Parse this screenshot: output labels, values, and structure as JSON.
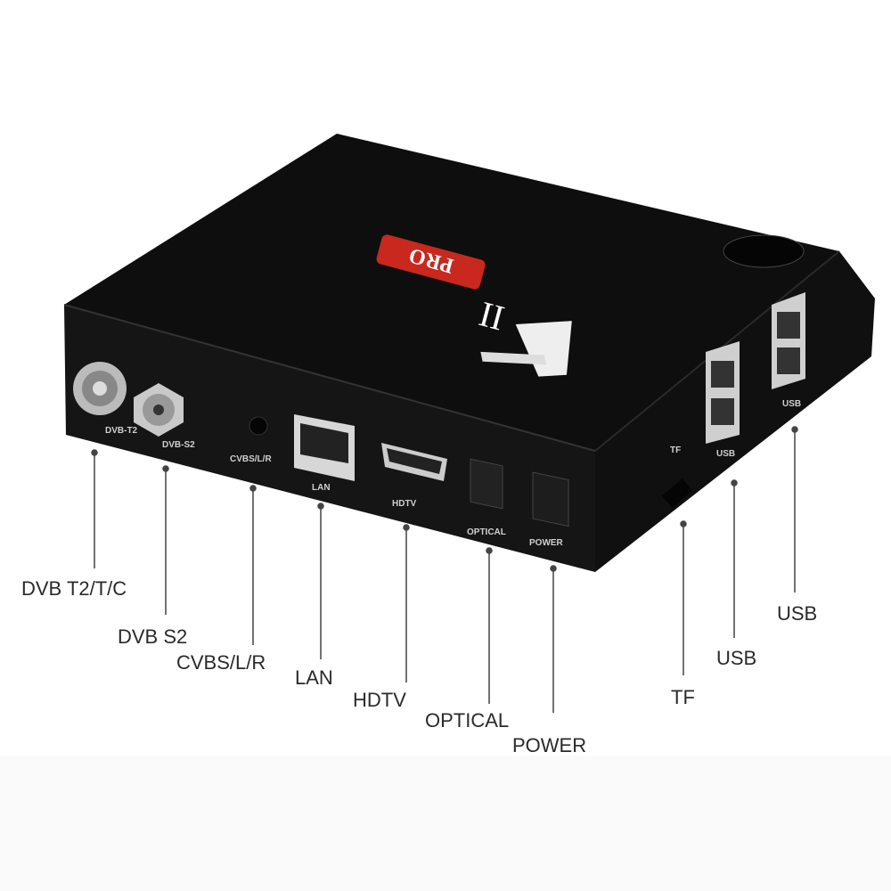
{
  "product": {
    "logo_text": "K II PRO",
    "colors": {
      "body": "#0d0d0d",
      "logo_badge": "#c8281e",
      "label_text": "#2a2a2a"
    }
  },
  "printed_ports": [
    "DVB-T2",
    "DVB-S2",
    "CVBS/L/R",
    "LAN",
    "HDTV",
    "OPTICAL",
    "POWER",
    "TF",
    "USB",
    "USB"
  ],
  "callouts": [
    {
      "label": "DVB T2/T/C"
    },
    {
      "label": "DVB S2"
    },
    {
      "label": "CVBS/L/R"
    },
    {
      "label": "LAN"
    },
    {
      "label": "HDTV"
    },
    {
      "label": "OPTICAL"
    },
    {
      "label": "POWER"
    },
    {
      "label": "TF"
    },
    {
      "label": "USB"
    },
    {
      "label": "USB"
    }
  ]
}
